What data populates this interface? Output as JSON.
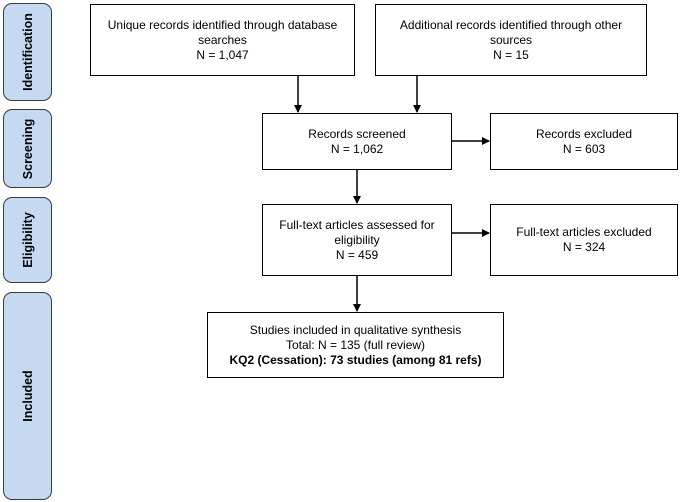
{
  "phases": {
    "identification": "Identification",
    "screening": "Screening",
    "eligibility": "Eligibility",
    "included": "Included"
  },
  "boxes": {
    "database": {
      "line1": "Unique records identified through database",
      "line2": "searches",
      "line3": "N = 1,047"
    },
    "other": {
      "line1": "Additional records identified through other",
      "line2": "sources",
      "line3": "N = 15"
    },
    "screened": {
      "line1": "Records screened",
      "line2": "N = 1,062"
    },
    "excluded": {
      "line1": "Records excluded",
      "line2": "N = 603"
    },
    "fulltext": {
      "line1": "Full-text articles assessed for",
      "line2": "eligibility",
      "line3": "N = 459"
    },
    "fulltext_excluded": {
      "line1": "Full-text articles excluded",
      "line2": "N = 324"
    },
    "included": {
      "line1": "Studies included in qualitative synthesis",
      "line2": "Total: N = 135 (full review)",
      "line3": "KQ2 (Cessation): 73 studies (among 81 refs)"
    }
  }
}
